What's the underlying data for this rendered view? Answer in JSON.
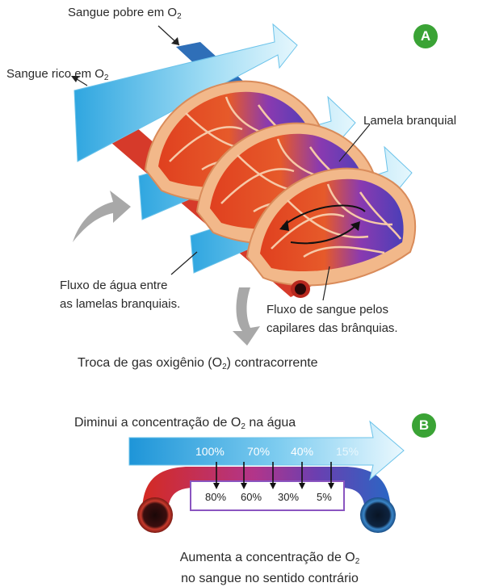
{
  "panel_a": {
    "badge": "A",
    "label_poor_blood": "Sangue pobre em O",
    "label_poor_blood_sub": "2",
    "label_rich_blood": "Sangue rico em O",
    "label_rich_blood_sub": "2",
    "label_lamella": "Lamela branquial",
    "label_water_flow_line1": "Fluxo de água entre",
    "label_water_flow_line2": "as lamelas branquiais.",
    "label_blood_flow_line1": "Fluxo de sangue pelos",
    "label_blood_flow_line2": "capilares das brânquias.",
    "caption_prefix": "Troca de gas oxigênio (O",
    "caption_sub": "2",
    "caption_suffix": ") contracorrente"
  },
  "panel_b": {
    "badge": "B",
    "top_label_prefix": "Diminui a concentração de O",
    "top_label_sub": "2",
    "top_label_suffix": " na água",
    "water_percentages": [
      "100%",
      "70%",
      "40%",
      "15%"
    ],
    "blood_percentages": [
      "80%",
      "60%",
      "30%",
      "5%"
    ],
    "bottom_label_line1_prefix": "Aumenta a concentração de O",
    "bottom_label_line1_sub": "2",
    "bottom_label_line2": "no sangue no sentido contrário"
  },
  "colors": {
    "badge_green": "#3aa335",
    "oxygen_rich_red": "#d63a2a",
    "oxygen_poor_blue": "#2f6fb8",
    "water_arrow_blue": "#8fd3f0",
    "lamella_tan": "#f2b88a"
  }
}
